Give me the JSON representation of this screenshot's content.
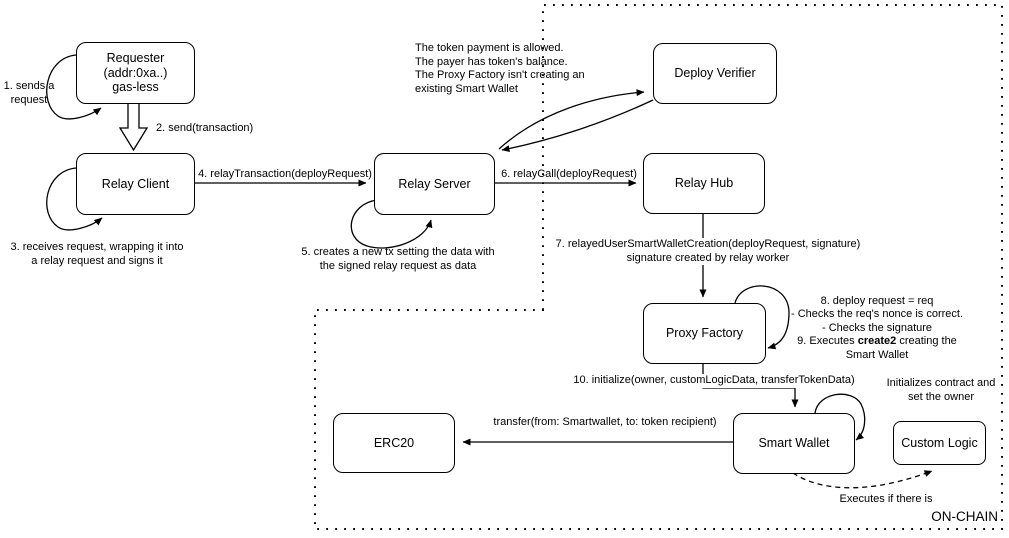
{
  "nodes": {
    "requester": "Requester\n(addr:0xa..)\ngas-less",
    "relay_client": "Relay Client",
    "relay_server": "Relay Server",
    "deploy_verifier": "Deploy Verifier",
    "relay_hub": "Relay Hub",
    "proxy_factory": "Proxy Factory",
    "smart_wallet": "Smart Wallet",
    "erc20": "ERC20",
    "custom_logic": "Custom Logic"
  },
  "labels": {
    "step1": "1. sends a\nrequest",
    "step2": "2. send(transaction)",
    "step3": "3. receives request, wrapping it into\na relay request and signs it",
    "step4": "4. relayTransaction(deployRequest)",
    "step5": "5. creates a new tx setting the data with\nthe signed relay request as data",
    "step6": "6. relayCall(deployRequest)",
    "step7": "7. relayedUserSmartWalletCreation(deployRequest, signature)\nsignature created by relay worker",
    "verifier_note": "The token payment is allowed.\nThe payer has token's balance.\nThe Proxy Factory isn't creating an\nexisting Smart Wallet",
    "step89_pre": "8. deploy request = req\n- Checks the req's nonce is correct.\n- Checks the signature\n9. Executes ",
    "step89_bold": "create2",
    "step89_post": " creating the\nSmart Wallet",
    "step10": "10. initialize(owner, customLogicData, transferTokenData)",
    "init_note": "Initializes contract and\nset the owner",
    "transfer": "transfer(from: Smartwallet, to: token recipient)",
    "executes": "Executes if there is",
    "onchain": "ON-CHAIN"
  },
  "colors": {
    "stroke": "#000000",
    "background": "#ffffff"
  }
}
